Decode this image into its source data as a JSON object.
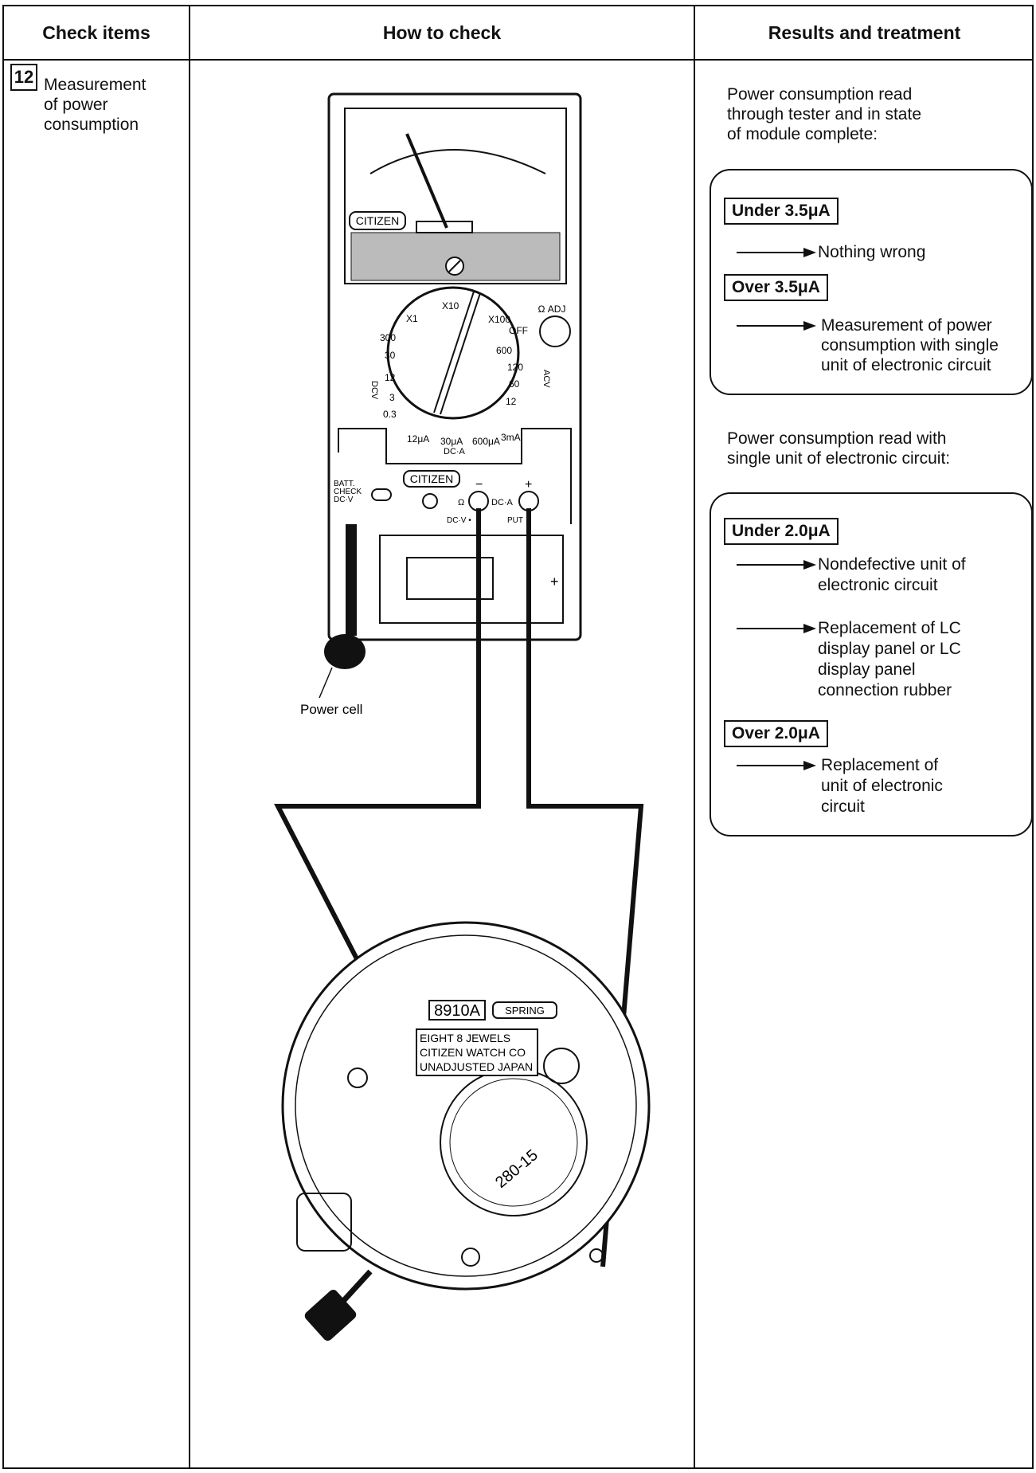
{
  "headers": {
    "check_items": "Check items",
    "how_to_check": "How to check",
    "results": "Results and treatment"
  },
  "check": {
    "number": "12",
    "label_lines": [
      "Measurement",
      "of power",
      "consumption"
    ]
  },
  "illustration": {
    "brand": "CITIZEN",
    "ohm_adj": "Ω ADJ",
    "ranges_top": [
      "X1",
      "X10",
      "X100",
      "OFF"
    ],
    "dcv_scale": [
      "300",
      "30",
      "12",
      "3",
      "0.3"
    ],
    "acv_scale": [
      "600",
      "120",
      "60",
      "12"
    ],
    "dca_scale": [
      "12μA",
      "30μA",
      "600μA",
      "3mA"
    ],
    "dcv_label": "DCV",
    "acv_label": "ACV",
    "dca_label": "DC·A",
    "batt_check": [
      "BATT.",
      "CHECK",
      "DC·V"
    ],
    "jacks": [
      "Ω",
      "DC·A",
      "DC·V •",
      "PUT"
    ],
    "power_cell_label": "Power cell",
    "module_code": "8910A",
    "spring_label": "SPRING",
    "engraving": [
      "EIGHT 8 JEWELS",
      "CITIZEN WATCH CO",
      "UNADJUSTED JAPAN"
    ],
    "battery_code": "280-15"
  },
  "results": {
    "intro1": [
      "Power consumption read",
      "through tester and in state",
      "of module complete:"
    ],
    "group1": [
      {
        "tag": "Under 3.5μA",
        "items": [
          [
            "Nothing wrong"
          ]
        ]
      },
      {
        "tag": "Over 3.5μA",
        "items": [
          [
            "Measurement of power",
            "consumption with single",
            "unit of electronic circuit"
          ]
        ]
      }
    ],
    "intro2": [
      "Power consumption read with",
      "single unit of electronic circuit:"
    ],
    "group2": [
      {
        "tag": "Under 2.0μA",
        "items": [
          [
            "Nondefective unit of",
            "electronic circuit"
          ],
          [
            "Replacement of LC",
            "display panel or LC",
            "display panel",
            "connection rubber"
          ]
        ]
      },
      {
        "tag": "Over 2.0μA",
        "items": [
          [
            "Replacement of",
            "unit of electronic",
            "circuit"
          ]
        ]
      }
    ]
  }
}
